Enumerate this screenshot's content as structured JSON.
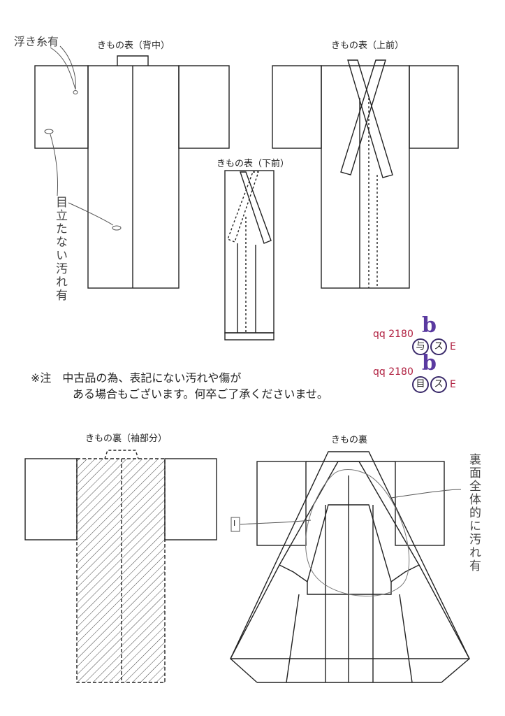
{
  "labels": {
    "back": "きもの表（背中）",
    "front_upper": "きもの表（上前）",
    "front_lower": "きもの表（下前）",
    "lining_sleeve": "きもの裏（袖部分）",
    "lining": "きもの裏"
  },
  "annotations": {
    "loose_threads": "浮き糸有",
    "minor_stains": "目立たない汚れ有",
    "lining_stains": "裏面全体的に汚れ有",
    "box_mark": "I"
  },
  "notice": {
    "line1": "※注　中古品の為、表記にない汚れや傷が",
    "line2": "ある場合もございます。何卒ご了承くださいませ。"
  },
  "codes": [
    {
      "text": "qq 2180",
      "stamp": "b",
      "circle1": "与",
      "circle2": "ス",
      "grade": "E"
    },
    {
      "text": "qq 2180",
      "stamp": "b",
      "circle1": "目",
      "circle2": "ス",
      "grade": "E"
    }
  ],
  "colors": {
    "line": "#222222",
    "pencil": "#555555",
    "code": "#b02040",
    "stamp": "#5a3aa0"
  }
}
